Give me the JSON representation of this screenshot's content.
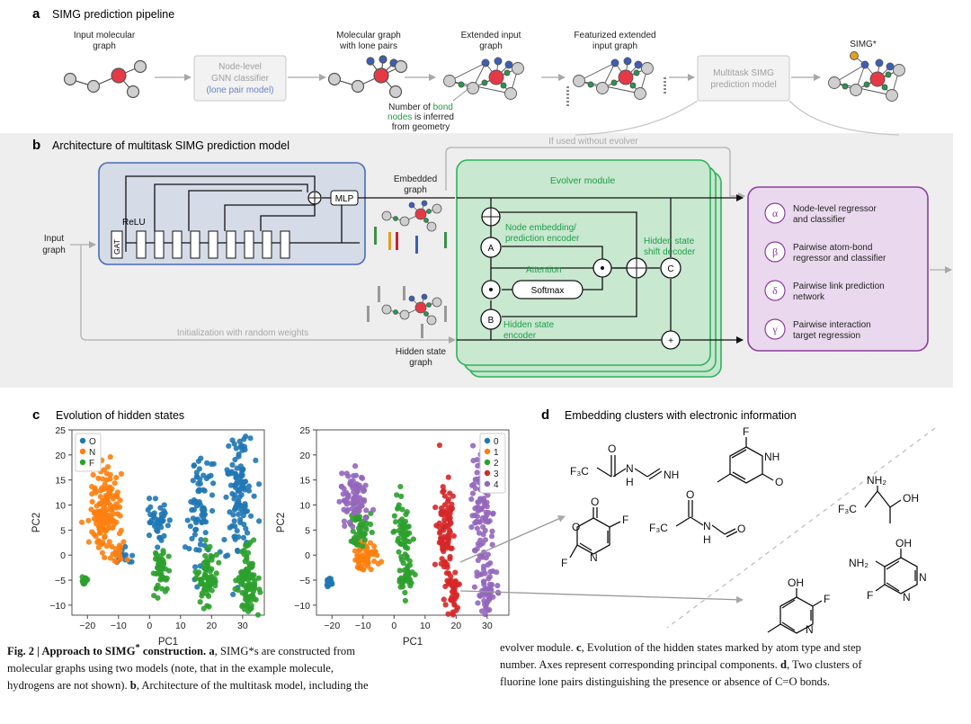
{
  "panel_a": {
    "letter": "a",
    "title": "SIMG prediction pipeline",
    "input_label": [
      "Input molecular",
      "graph"
    ],
    "gnn_box": [
      "Node-level",
      "GNN classifier",
      "(lone pair model)"
    ],
    "lone_pairs_label": [
      "Molecular graph",
      "with lone pairs"
    ],
    "extended_label": [
      "Extended input",
      "graph"
    ],
    "featurized_label": [
      "Featurized extended",
      "input graph"
    ],
    "multitask_box": [
      "Multitask SIMG",
      "prediction model"
    ],
    "simg_label": "SIMG*",
    "bond_note_prefix": "Number of ",
    "bond_note_word1": "bond",
    "bond_note_word2": "nodes",
    "bond_note_suffix": " is inferred",
    "bond_note_last": "from geometry"
  },
  "panel_b": {
    "letter": "b",
    "title": "Architecture of multitask SIMG prediction model",
    "input_graph": [
      "Input",
      "graph"
    ],
    "relu": "ReLU",
    "gat": "GAT",
    "mlp": "MLP",
    "embedded_graph": [
      "Embedded",
      "graph"
    ],
    "hidden_state_graph": [
      "Hidden state",
      "graph"
    ],
    "if_without_evolver": "If used without evolver",
    "init_random": "Initialization with random weights",
    "evolver": "Evolver module",
    "node_encoder": [
      "Node embedding/",
      "prediction encoder"
    ],
    "attention": "Attention",
    "softmax": "Softmax",
    "hidden_encoder": [
      "Hidden state",
      "encoder"
    ],
    "shift_decoder": [
      "Hidden state",
      "shift decoder"
    ],
    "node_A": "A",
    "node_B": "B",
    "node_C": "C",
    "plus": "+",
    "heads": [
      {
        "symbol": "α",
        "label": [
          "Node-level regressor",
          "and classifier"
        ]
      },
      {
        "symbol": "β",
        "label": [
          "Pairwise atom-bond",
          "regressor and classifier"
        ]
      },
      {
        "symbol": "δ",
        "label": [
          "Pairwise link prediction",
          "network"
        ]
      },
      {
        "symbol": "γ",
        "label": [
          "Pairwise interaction",
          "target regression"
        ]
      }
    ]
  },
  "panel_c": {
    "letter": "c",
    "title": "Evolution of hidden states"
  },
  "panel_d": {
    "letter": "d",
    "title": "Embedding clusters with electronic information",
    "molecule_labels": {
      "m1": [
        "O",
        "F₃C",
        "N",
        "H",
        "NH"
      ],
      "m2": [
        "F",
        "NH",
        "O"
      ],
      "m3": [
        "O",
        "F₃C",
        "N",
        "H",
        "O"
      ],
      "m4": [
        "O",
        "F",
        "O",
        "N",
        "F"
      ],
      "m5": [
        "NH₂",
        "F₃C",
        "OH"
      ],
      "m6": [
        "OH",
        "F",
        "N"
      ],
      "m7": [
        "OH",
        "NH₂",
        "F",
        "N",
        "N"
      ]
    }
  },
  "chart_data": [
    {
      "type": "scatter",
      "title": "",
      "xlabel": "PC1",
      "ylabel": "PC2",
      "xlim": [
        -25,
        37
      ],
      "ylim": [
        -12,
        25
      ],
      "xticks": [
        -20,
        -10,
        0,
        10,
        20,
        30
      ],
      "yticks": [
        -10,
        -5,
        0,
        5,
        10,
        15,
        20,
        25
      ],
      "legend_position": "top-left",
      "series": [
        {
          "name": "O",
          "color": "#1f77b4",
          "clusters": [
            {
              "cx": 2.5,
              "cy": 6.5,
              "sx": 1.5,
              "sy": 2.6,
              "n": 40
            },
            {
              "cx": 16.5,
              "cy": 9,
              "sx": 2.0,
              "sy": 5.5,
              "n": 75
            },
            {
              "cx": 28.5,
              "cy": 12,
              "sx": 2.2,
              "sy": 7,
              "n": 110
            },
            {
              "cx": -8.5,
              "cy": -0.2,
              "sx": 1.2,
              "sy": 0.8,
              "n": 14
            }
          ]
        },
        {
          "name": "N",
          "color": "#ff7f0e",
          "clusters": [
            {
              "cx": -14,
              "cy": 9,
              "sx": 2.6,
              "sy": 4.2,
              "n": 150
            },
            {
              "cx": -10.5,
              "cy": 0.2,
              "sx": 1.1,
              "sy": 0.8,
              "n": 14
            }
          ]
        },
        {
          "name": "F",
          "color": "#2ca02c",
          "clusters": [
            {
              "cx": -21,
              "cy": -5.2,
              "sx": 0.5,
              "sy": 0.45,
              "n": 16
            },
            {
              "cx": 4,
              "cy": -3.5,
              "sx": 1.3,
              "sy": 2.3,
              "n": 50
            },
            {
              "cx": 18.5,
              "cy": -4.5,
              "sx": 1.5,
              "sy": 3.2,
              "n": 75
            },
            {
              "cx": 31.5,
              "cy": -6,
              "sx": 1.7,
              "sy": 3.8,
              "n": 95
            }
          ]
        }
      ]
    },
    {
      "type": "scatter",
      "title": "",
      "xlabel": "PC1",
      "ylabel": "PC2",
      "xlim": [
        -25,
        37
      ],
      "ylim": [
        -12,
        25
      ],
      "xticks": [
        -20,
        -10,
        0,
        10,
        20,
        30
      ],
      "yticks": [
        -10,
        -5,
        0,
        5,
        10,
        15,
        20,
        25
      ],
      "legend_position": "top-right",
      "series": [
        {
          "name": "0",
          "color": "#1f77b4",
          "clusters": [
            {
              "cx": -21,
              "cy": -5.2,
              "sx": 0.5,
              "sy": 0.45,
              "n": 16
            }
          ]
        },
        {
          "name": "1",
          "color": "#ff7f0e",
          "clusters": [
            {
              "cx": -9,
              "cy": -0.5,
              "sx": 1.8,
              "sy": 1.6,
              "n": 60
            }
          ]
        },
        {
          "name": "2",
          "color": "#2ca02c",
          "clusters": [
            {
              "cx": -11,
              "cy": 5,
              "sx": 2.0,
              "sy": 2.0,
              "n": 50
            },
            {
              "cx": 3,
              "cy": 4.5,
              "sx": 1.3,
              "sy": 3.5,
              "n": 50
            },
            {
              "cx": 4,
              "cy": -4.5,
              "sx": 1.2,
              "sy": 2.0,
              "n": 40
            }
          ]
        },
        {
          "name": "3",
          "color": "#d62728",
          "clusters": [
            {
              "cx": 16.5,
              "cy": 6,
              "sx": 1.5,
              "sy": 5,
              "n": 90
            },
            {
              "cx": 18.5,
              "cy": -7,
              "sx": 1.3,
              "sy": 2.2,
              "n": 40
            }
          ]
        },
        {
          "name": "4",
          "color": "#9467bd",
          "clusters": [
            {
              "cx": -13,
              "cy": 11.5,
              "sx": 2.2,
              "sy": 2.8,
              "n": 80
            },
            {
              "cx": 28,
              "cy": 10,
              "sx": 1.6,
              "sy": 7,
              "n": 100
            },
            {
              "cx": 30,
              "cy": -8,
              "sx": 1.6,
              "sy": 3.5,
              "n": 60
            }
          ]
        }
      ]
    }
  ],
  "caption": {
    "fig_label": "Fig. 2 | Approach to SIMG",
    "fig_label_star": "*",
    "fig_label_rest": " construction.",
    "left_lines": [
      {
        "bold": "a",
        "text": ", SIMG*s are constructed from"
      },
      {
        "bold": "",
        "text": "molecular graphs using two models (note, that in the example molecule,"
      },
      {
        "bold": "",
        "text": "hydrogens are not shown). "
      },
      {
        "bold": "",
        "text": ""
      }
    ],
    "line3_bold": "b",
    "line3_rest": ", Architecture of the multitask model, including the",
    "right_line1_pre": "evolver module. ",
    "right_line1_bold": "c",
    "right_line1_rest": ", Evolution of the hidden states marked by atom type and step",
    "right_line2_pre": "number. Axes represent corresponding principal components. ",
    "right_line2_bold": "d",
    "right_line2_rest": ", Two clusters of",
    "right_line3": "fluorine lone pairs distinguishing the presence or absence of C=O bonds."
  }
}
